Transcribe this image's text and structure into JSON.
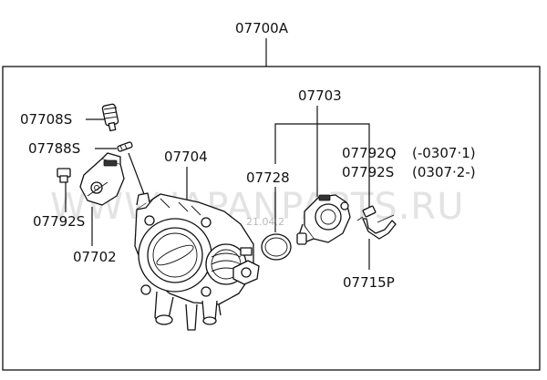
{
  "labels": {
    "assembly": "07700A",
    "spring_plug": "07708S",
    "small_screw": "07788S",
    "tps_screw": "07792S",
    "tps": "07702",
    "throttle_body": "07704",
    "iac_valve": "07703",
    "o_ring": "07728",
    "bolt_q": "07792Q",
    "bolt_s": "07792S",
    "bolt_q_range": "(-0307·1)",
    "bolt_s_range": "(0307·2-)",
    "bracket": "07715P"
  },
  "watermark": {
    "text": "WWW.JAPANPARTS.RU",
    "small": "21.04.2"
  },
  "colors": {
    "line": "#111111",
    "watermark": "#e3e3e3",
    "background": "#ffffff"
  }
}
